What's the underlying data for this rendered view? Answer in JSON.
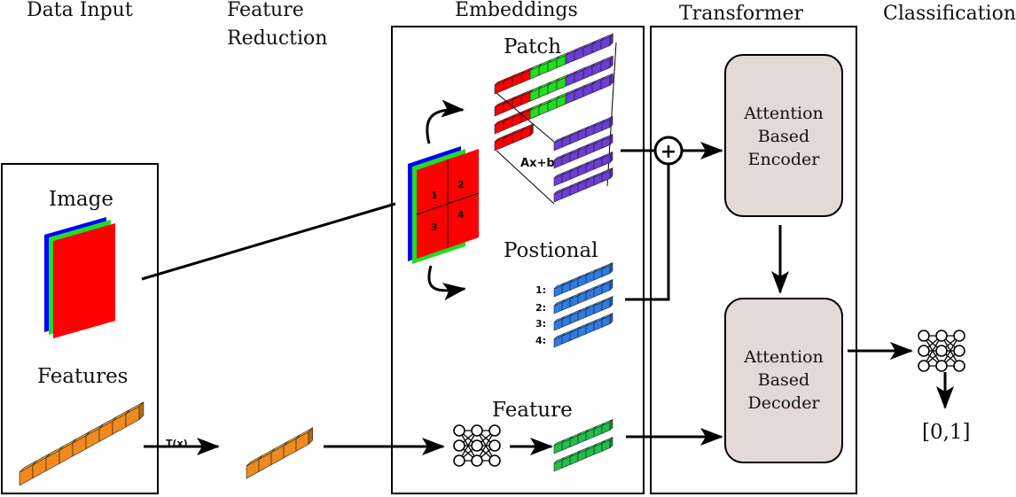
{
  "headers": {
    "data_input": "Data Input",
    "feature_reduction_1": "Feature",
    "feature_reduction_2": "Reduction",
    "embeddings": "Embeddings",
    "transformer": "Transformer",
    "classification": "Classification"
  },
  "data_input": {
    "image_label": "Image",
    "features_label": "Features",
    "transform_label": "T(x)"
  },
  "embeddings": {
    "patch_label": "Patch",
    "positional_label": "Postional",
    "feature_label": "Feature",
    "linear_label": "Ax+b",
    "patch_numbers": [
      "1",
      "2",
      "3",
      "4"
    ],
    "position_indices": [
      "1:",
      "2:",
      "3:",
      "4:"
    ]
  },
  "transformer": {
    "encoder_lines": [
      "Attention",
      "Based",
      "Encoder"
    ],
    "decoder_lines": [
      "Attention",
      "Based",
      "Decoder"
    ],
    "plus_symbol": "+"
  },
  "classification": {
    "output_label": "[0,1]"
  },
  "colors": {
    "red": "#ff0000",
    "green": "#22dd22",
    "blue": "#0000ff",
    "orange": "#f08a1e",
    "purple": "#6a3fd6",
    "light_blue": "#2f7be6",
    "emb_green": "#1fbf4a",
    "box_fill": "#e3dad8"
  }
}
